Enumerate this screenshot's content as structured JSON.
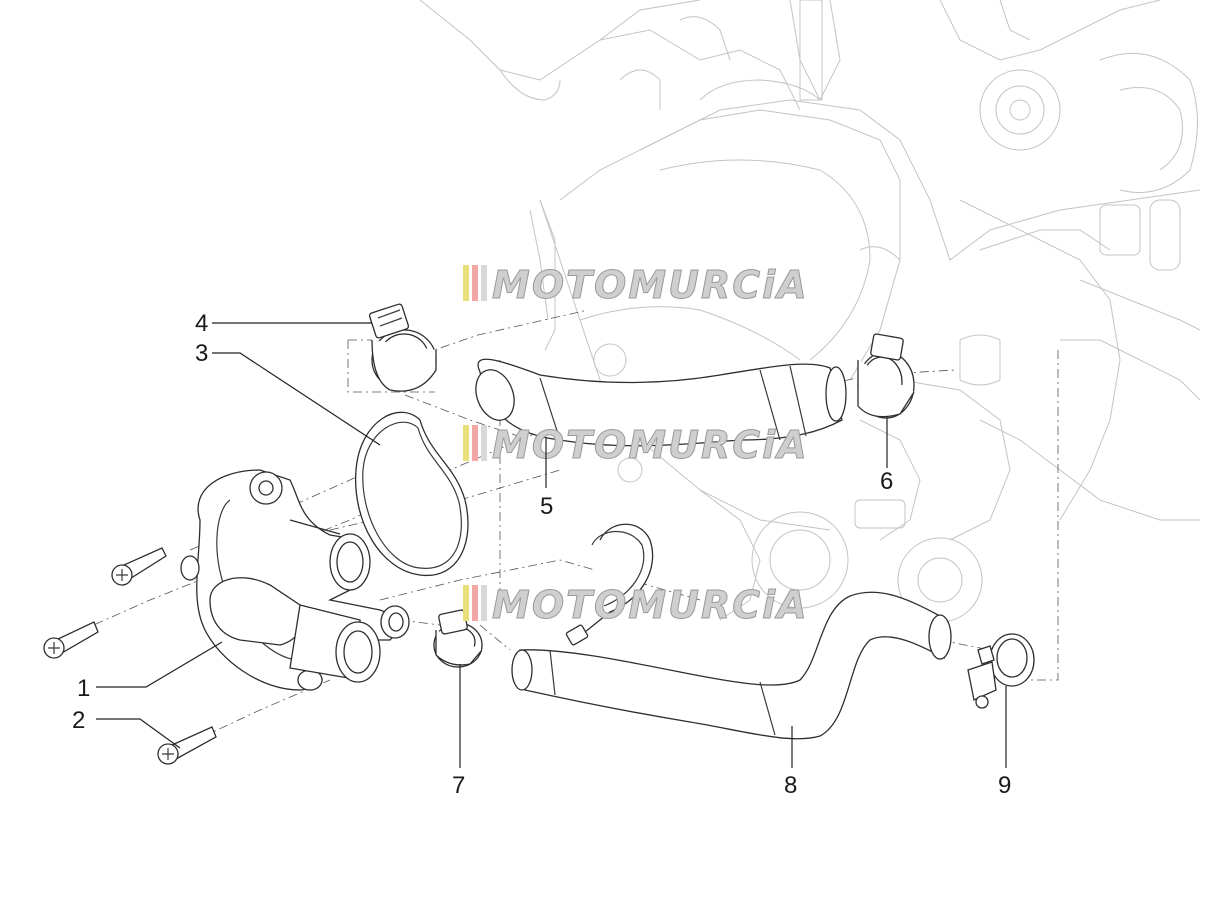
{
  "watermark": {
    "text": "MOTOMURCiA",
    "colors": [
      "#e8e07a",
      "#f2a6a6",
      "#d9d9d9"
    ]
  },
  "callouts": [
    {
      "id": "1",
      "label": "1",
      "part": "thermostat housing"
    },
    {
      "id": "2",
      "label": "2",
      "part": "screw"
    },
    {
      "id": "3",
      "label": "3",
      "part": "gasket"
    },
    {
      "id": "4",
      "label": "4",
      "part": "hose clamp"
    },
    {
      "id": "5",
      "label": "5",
      "part": "coolant hose"
    },
    {
      "id": "6",
      "label": "6",
      "part": "hose clamp"
    },
    {
      "id": "7",
      "label": "7",
      "part": "hose clamp"
    },
    {
      "id": "8",
      "label": "8",
      "part": "coolant hose"
    },
    {
      "id": "9",
      "label": "9",
      "part": "hose clamp"
    }
  ]
}
